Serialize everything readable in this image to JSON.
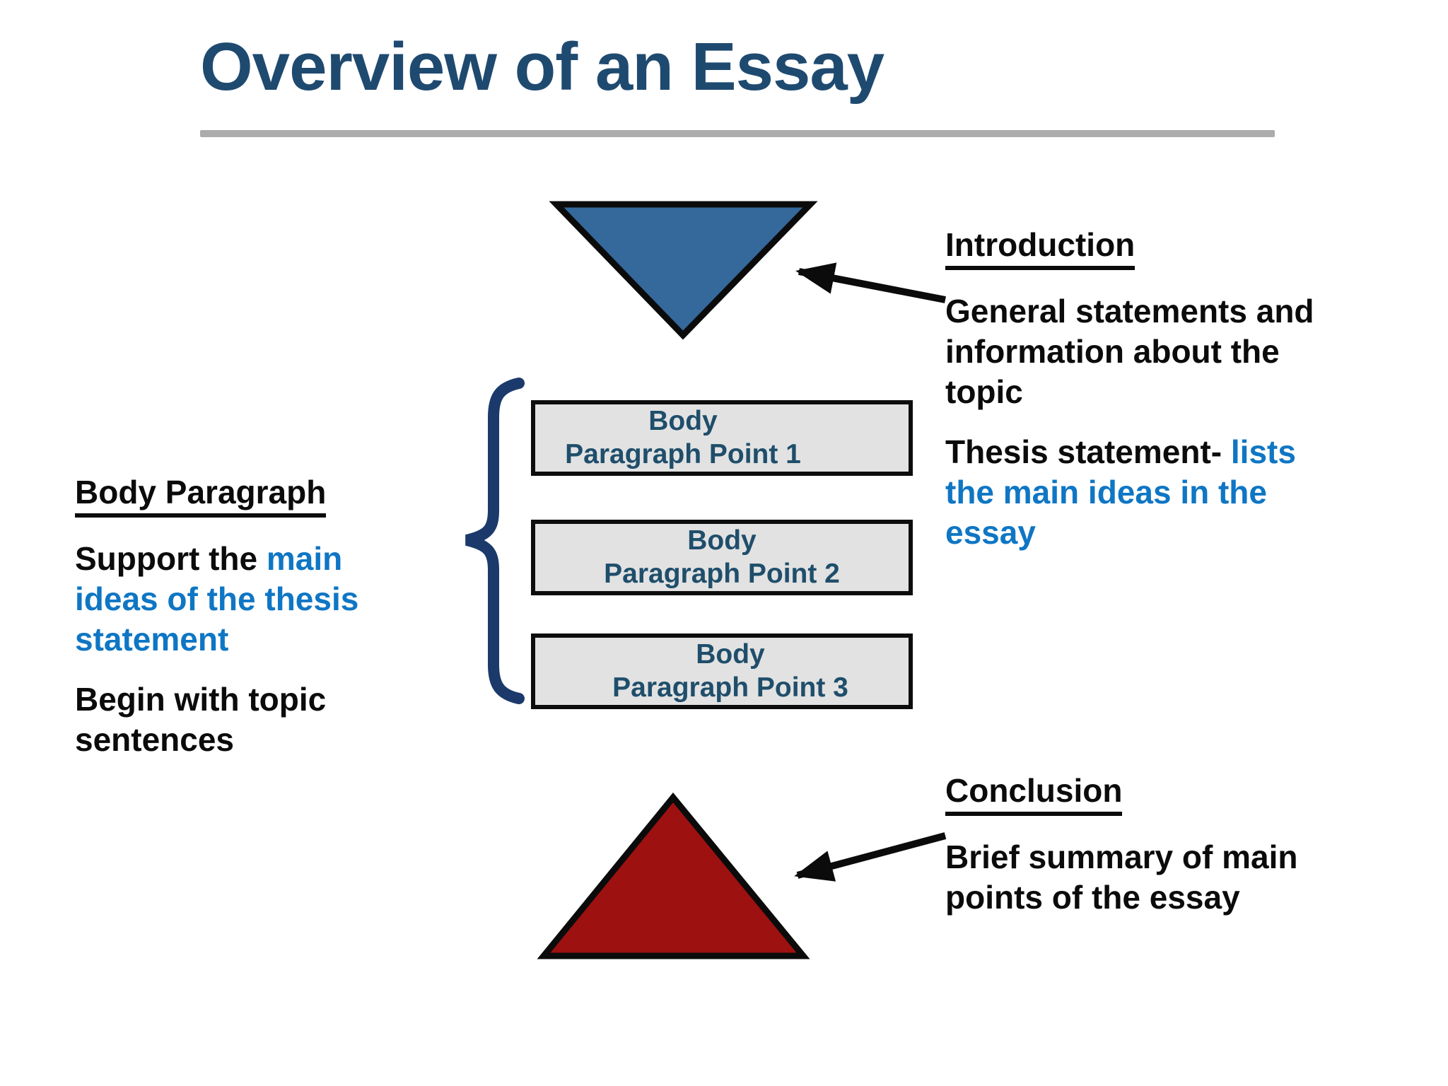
{
  "slide": {
    "title": "Overview of an Essay",
    "colors": {
      "title_text": "#1F4A70",
      "intro_triangle_fill": "#35689B",
      "conclusion_triangle_fill": "#9E1111",
      "shape_outline": "#0B0B0B",
      "brace_stroke": "#1B3A6B",
      "box_fill": "#E2E2E2",
      "box_text": "#1F4E6B",
      "accent_blue_text": "#0F76C4",
      "body_text": "#0B0B0B",
      "title_rule_gray": "#ABABAB"
    },
    "intro_section": {
      "heading": "Introduction",
      "body": "General statements and information about the topic",
      "thesis_black": "Thesis statement-",
      "thesis_blue": "lists the main ideas in the essay"
    },
    "body_section": {
      "heading": "Body Paragraph",
      "support_black": "Support the ",
      "support_blue": "main ideas of the thesis statement",
      "topic_sentences": "Begin with topic sentences",
      "boxes": [
        {
          "label": "Body\nParagraph Point 1"
        },
        {
          "label": "Body\nParagraph Point 2"
        },
        {
          "label": "Body\nParagraph Point 3"
        }
      ]
    },
    "conclusion_section": {
      "heading": "Conclusion",
      "body": "Brief summary of main points of the essay"
    },
    "shapes": {
      "intro_triangle": "inverted-triangle-icon",
      "conclusion_triangle": "upward-triangle-icon",
      "brace": "left-curly-brace-icon",
      "intro_arrow": "arrow-pointing-to-intro-triangle",
      "conclusion_arrow": "arrow-pointing-to-conclusion-triangle"
    }
  }
}
